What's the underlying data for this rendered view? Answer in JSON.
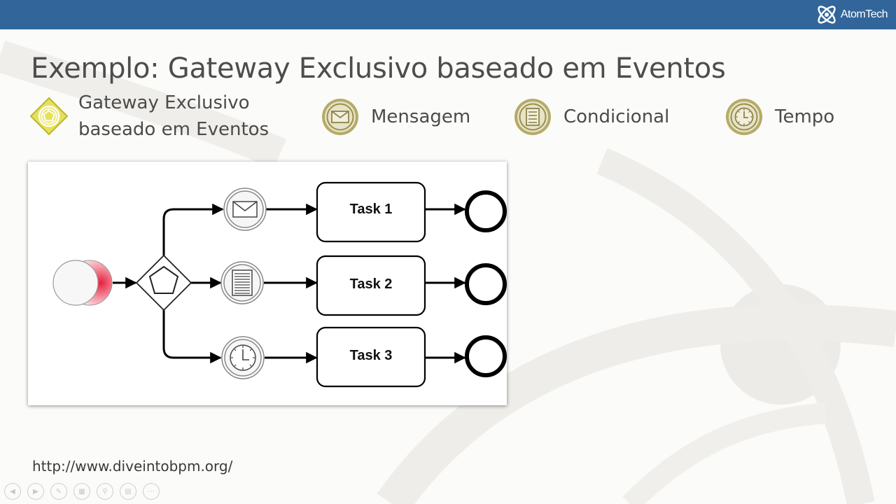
{
  "header": {
    "logo_text": "AtomTech",
    "bar_color": "#32669a"
  },
  "slide": {
    "title": "Exemplo: Gateway Exclusivo baseado em Eventos",
    "source_url": "http://www.diveintobpm.org/"
  },
  "legend": {
    "gateway": {
      "label": "Gateway Exclusivo\nbaseado em Eventos",
      "icon": "event-based-gateway-icon",
      "color": "#d8d33a"
    },
    "message": {
      "label": "Mensagem",
      "icon": "message-event-icon"
    },
    "conditional": {
      "label": "Condicional",
      "icon": "conditional-event-icon"
    },
    "timer": {
      "label": "Tempo",
      "icon": "timer-event-icon"
    },
    "event_ring_color": "#9a8f4e"
  },
  "diagram": {
    "tasks": [
      {
        "label": "Task 1",
        "trigger": "message-event-icon"
      },
      {
        "label": "Task 2",
        "trigger": "conditional-event-icon"
      },
      {
        "label": "Task 3",
        "trigger": "timer-event-icon"
      }
    ],
    "start_event_accent": "#e0304a"
  },
  "nav": {
    "buttons": [
      "previous-icon",
      "next-icon",
      "pen-icon",
      "slides-icon",
      "zoom-icon",
      "subtitles-icon",
      "more-icon"
    ]
  }
}
